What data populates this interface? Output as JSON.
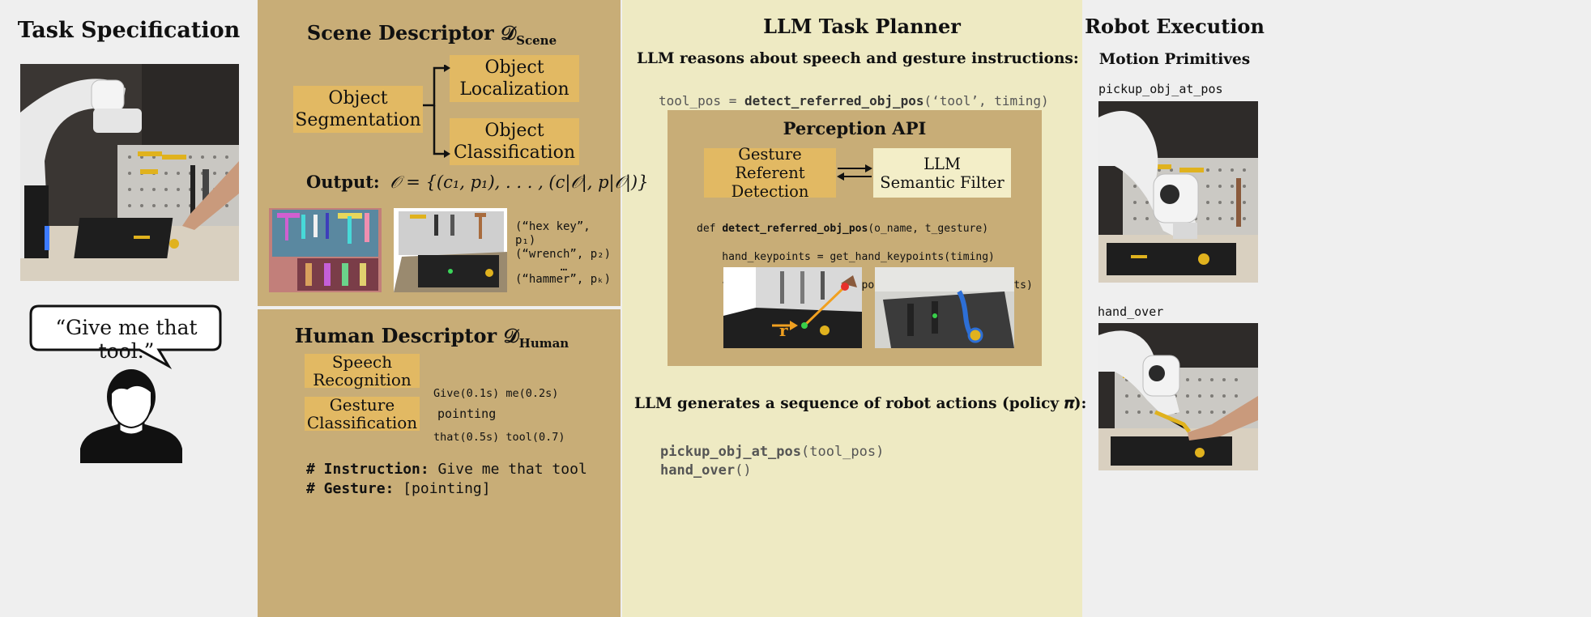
{
  "colors": {
    "left_bg": "#efefef",
    "scene_bg": "#c8ad77",
    "planner_bg": "#eeeac3",
    "perception_bg": "#c8ad77",
    "box_gold": "#e2b963",
    "box_cream": "#f3eec8"
  },
  "task_spec": {
    "title": "Task Specification",
    "speech": "“Give me that tool.”"
  },
  "scene": {
    "title": "Scene Descriptor 𝒟",
    "title_sub": "Scene",
    "seg": [
      "Object",
      "Segmentation"
    ],
    "loc": [
      "Object",
      "Localization"
    ],
    "cls": [
      "Object",
      "Classification"
    ],
    "output_label": "Output:",
    "output_formula": "𝒪 = {(c₁, p₁), . . . , (c|𝒪|, p|𝒪|)}",
    "labels": [
      "(“hex key”, p₁)",
      "(“wrench”, p₂)",
      "…",
      "(“hammer”, pₖ)"
    ]
  },
  "human": {
    "title": "Human Descriptor 𝒟",
    "title_sub": "Human",
    "speech": [
      "Speech",
      "Recognition"
    ],
    "speech_out": [
      "Give(0.1s) me(0.2s)",
      "that(0.5s) tool(0.7)"
    ],
    "gesture": [
      "Gesture",
      "Classification"
    ],
    "gesture_out": "pointing",
    "instr_key": "# Instruction:",
    "instr_val": " Give me that tool",
    "gest_key": "# Gesture:",
    "gest_val": " [pointing]"
  },
  "planner": {
    "title": "LLM Task Planner",
    "reason": "LLM reasons about speech and gesture instructions:",
    "call_a": "tool_pos = ",
    "call_fn": "detect_referred_obj_pos",
    "call_b": "(‘tool’, timing)",
    "perception_title": "Perception API",
    "gesture_box": [
      "Gesture Referent",
      "Detection"
    ],
    "filter_box": [
      "LLM",
      "Semantic Filter"
    ],
    "def_kw": "def ",
    "def_fn": "detect_referred_obj_pos",
    "def_args": "(o_name, t_gesture)",
    "line2": "    hand_keypoints = get_hand_keypoints(timing)",
    "line3": "    tool_pos = detect_obj_pos(o_name, hand_keypoints)",
    "ray_label": "r",
    "generates": "LLM generates a sequence of robot actions (policy 𝝅):",
    "action1_fn": "pickup_obj_at_pos",
    "action1_args": "(tool_pos)",
    "action2_fn": "hand_over",
    "action2_args": "()"
  },
  "robot": {
    "title": "Robot Execution",
    "subtitle": "Motion Primitives",
    "prim1": "pickup_obj_at_pos",
    "prim2": "hand_over"
  }
}
